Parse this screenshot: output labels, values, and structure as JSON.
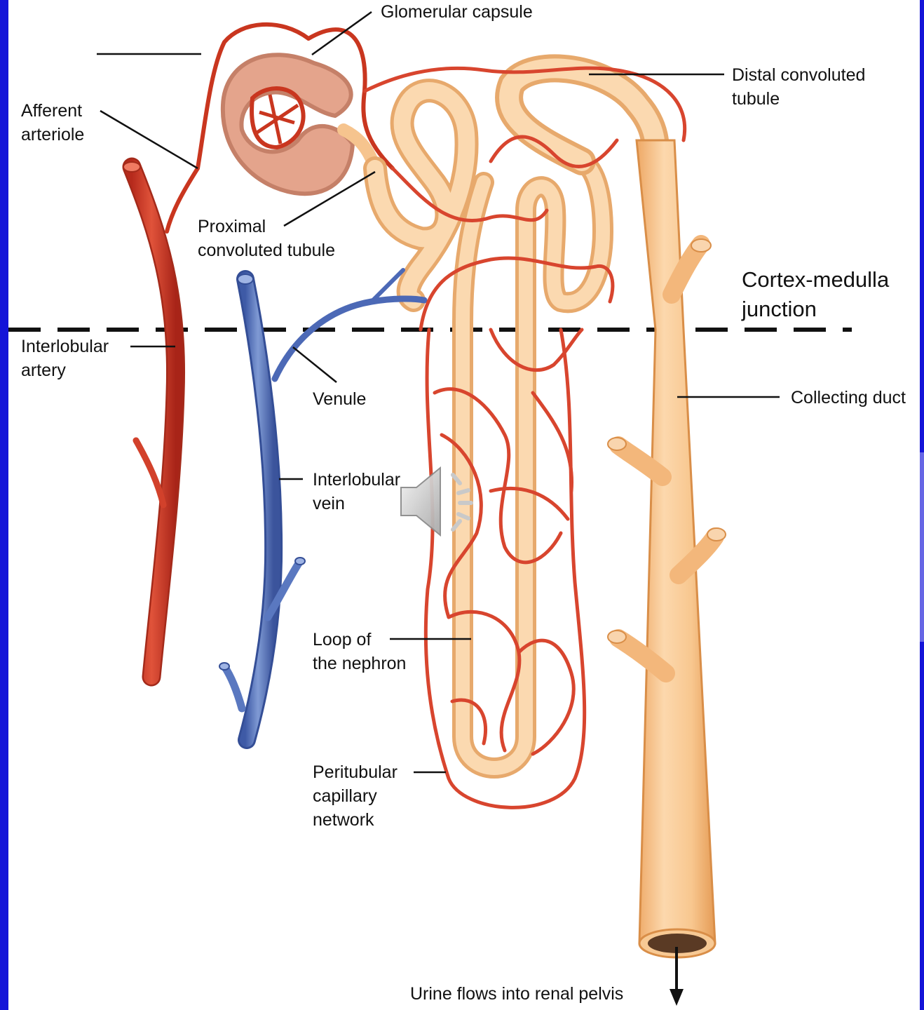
{
  "labels": {
    "glomerulus": "",
    "glomerular_capsule": "Glomerular capsule",
    "afferent_arteriole": [
      "Afferent",
      "arteriole"
    ],
    "proximal_tubule": [
      "Proximal",
      "convoluted tubule"
    ],
    "distal_tubule": [
      "Distal convoluted",
      "tubule"
    ],
    "cortex_medulla": [
      "Cortex-medulla",
      "junction"
    ],
    "interlobular_artery": [
      "Interlobular",
      "artery"
    ],
    "venule": "Venule",
    "collecting_duct": "Collecting duct",
    "interlobular_vein": [
      "Interlobular",
      "vein"
    ],
    "loop_nephron": [
      "Loop of",
      "the nephron"
    ],
    "peritubular": [
      "Peritubular",
      "capillary",
      "network"
    ],
    "urine": "Urine flows into renal pelvis"
  },
  "icons": {
    "audio": "speaker-icon"
  },
  "colors": {
    "slide_background": "#1414d8",
    "artery": "#d2412b",
    "vein": "#5a78c0",
    "tubule": "#f6c48e",
    "capillary": "#d8452e"
  }
}
